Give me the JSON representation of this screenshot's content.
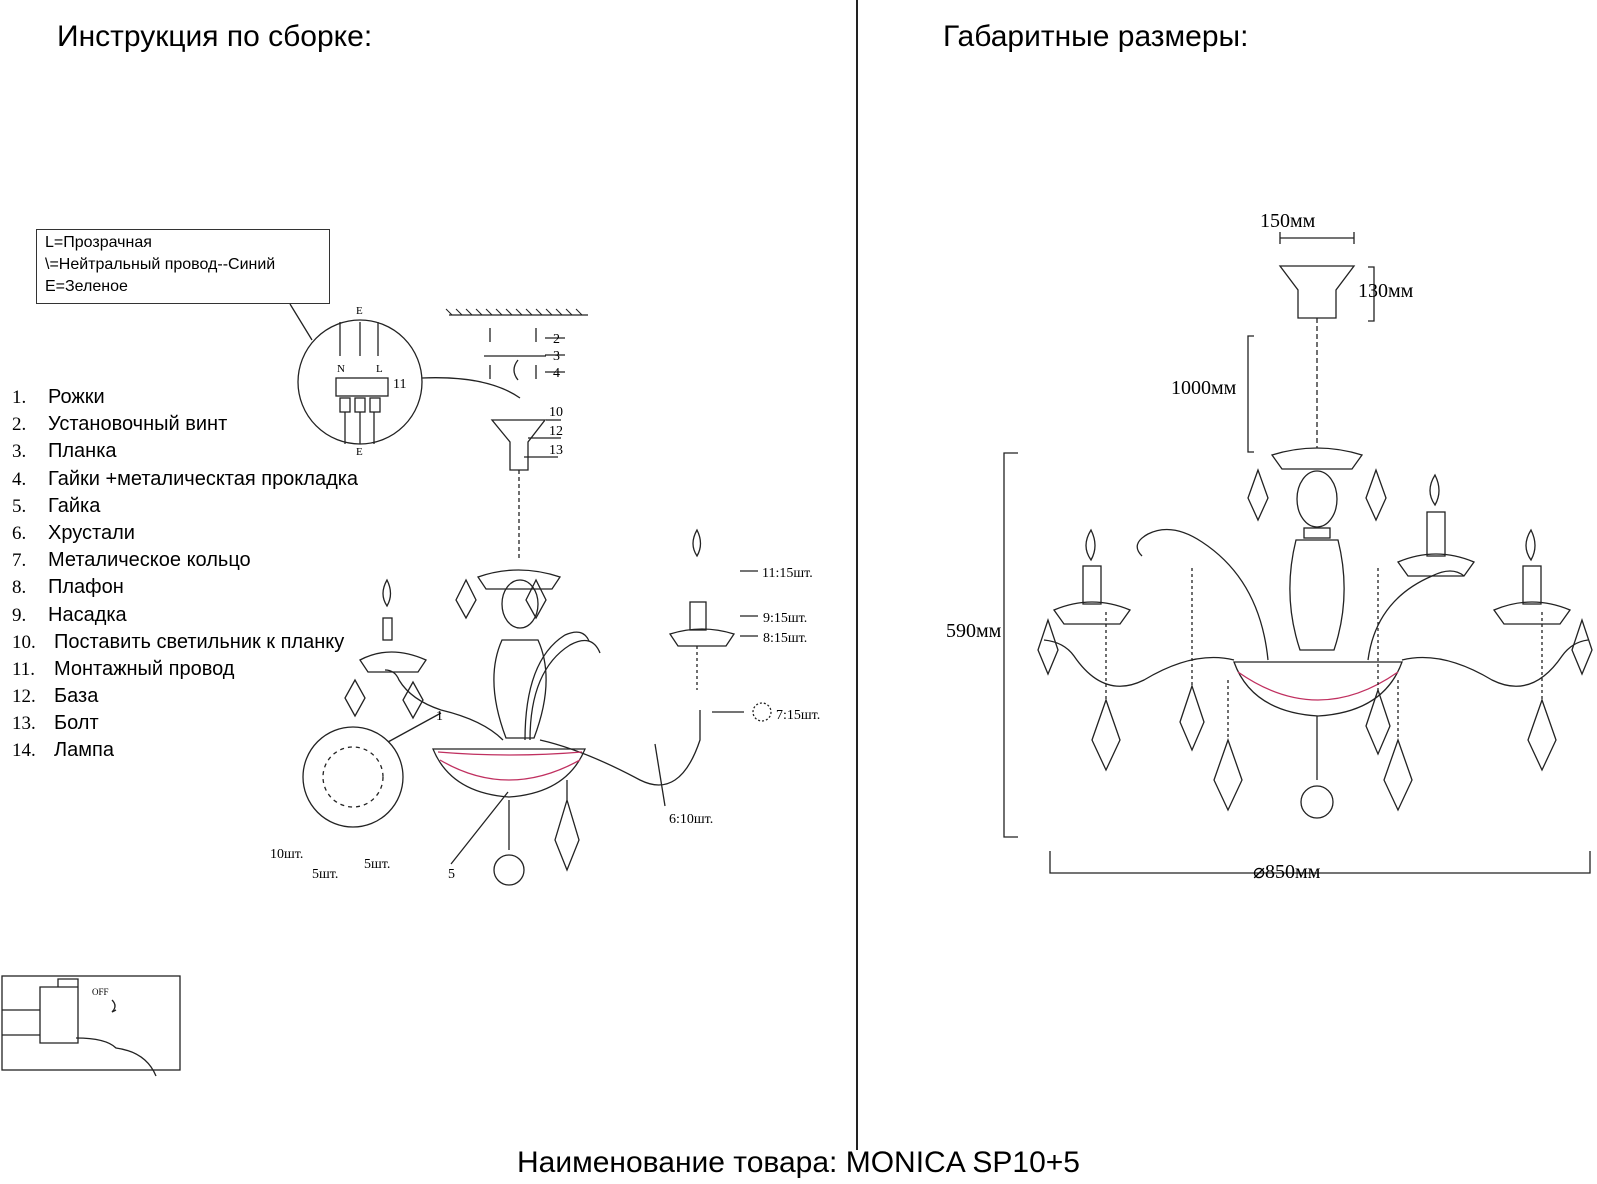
{
  "headings": {
    "assembly": "Инструкция по сборке:",
    "dimensions": "Габаритные размеры:"
  },
  "wire_legend": [
    "L=Прозрачная",
    "\\=Нейтральный провод--Синий",
    "E=Зеленое"
  ],
  "parts": [
    {
      "num": "1.",
      "label": "Рожки"
    },
    {
      "num": "2.",
      "label": "Установочный винт"
    },
    {
      "num": "3.",
      "label": "Планка"
    },
    {
      "num": "4.",
      "label": "Гайки +металическтая прокладка"
    },
    {
      "num": "5.",
      "label": "Гайка"
    },
    {
      "num": "6.",
      "label": "Хрустали"
    },
    {
      "num": "7.",
      "label": "Металическое кольцо"
    },
    {
      "num": "8.",
      "label": "Плафон"
    },
    {
      "num": "9.",
      "label": "Насадка"
    },
    {
      "num": "10.",
      "label": "Поставить светильник к планку"
    },
    {
      "num": "11.",
      "label": "Монтажный провод"
    },
    {
      "num": "12.",
      "label": "База"
    },
    {
      "num": "13.",
      "label": "Болт"
    },
    {
      "num": "14.",
      "label": "Лампа"
    }
  ],
  "assembly_callouts": {
    "c2": "2",
    "c3": "3",
    "c4": "4",
    "c10": "10",
    "c12": "12",
    "c13": "13",
    "c11": "11:15шт.",
    "c9": "9:15шт.",
    "c8": "8:15шт.",
    "c7": "7:15шт.",
    "c6": "6:10шт.",
    "c1": "1",
    "c5": "5",
    "c11_wiring": "11",
    "q10": "10шт.",
    "q5a": "5шт.",
    "q5b": "5шт.",
    "e_top": "E",
    "e_bottom": "E",
    "n_label": "N",
    "l_label": "L",
    "off_label": "OFF"
  },
  "dimensions": {
    "canopy_width": "150мм",
    "canopy_height": "130мм",
    "chain_length": "1000мм",
    "body_height": "590мм",
    "diameter": "⌀850мм"
  },
  "footer": "Наименование товара: MONICA SP10+5"
}
